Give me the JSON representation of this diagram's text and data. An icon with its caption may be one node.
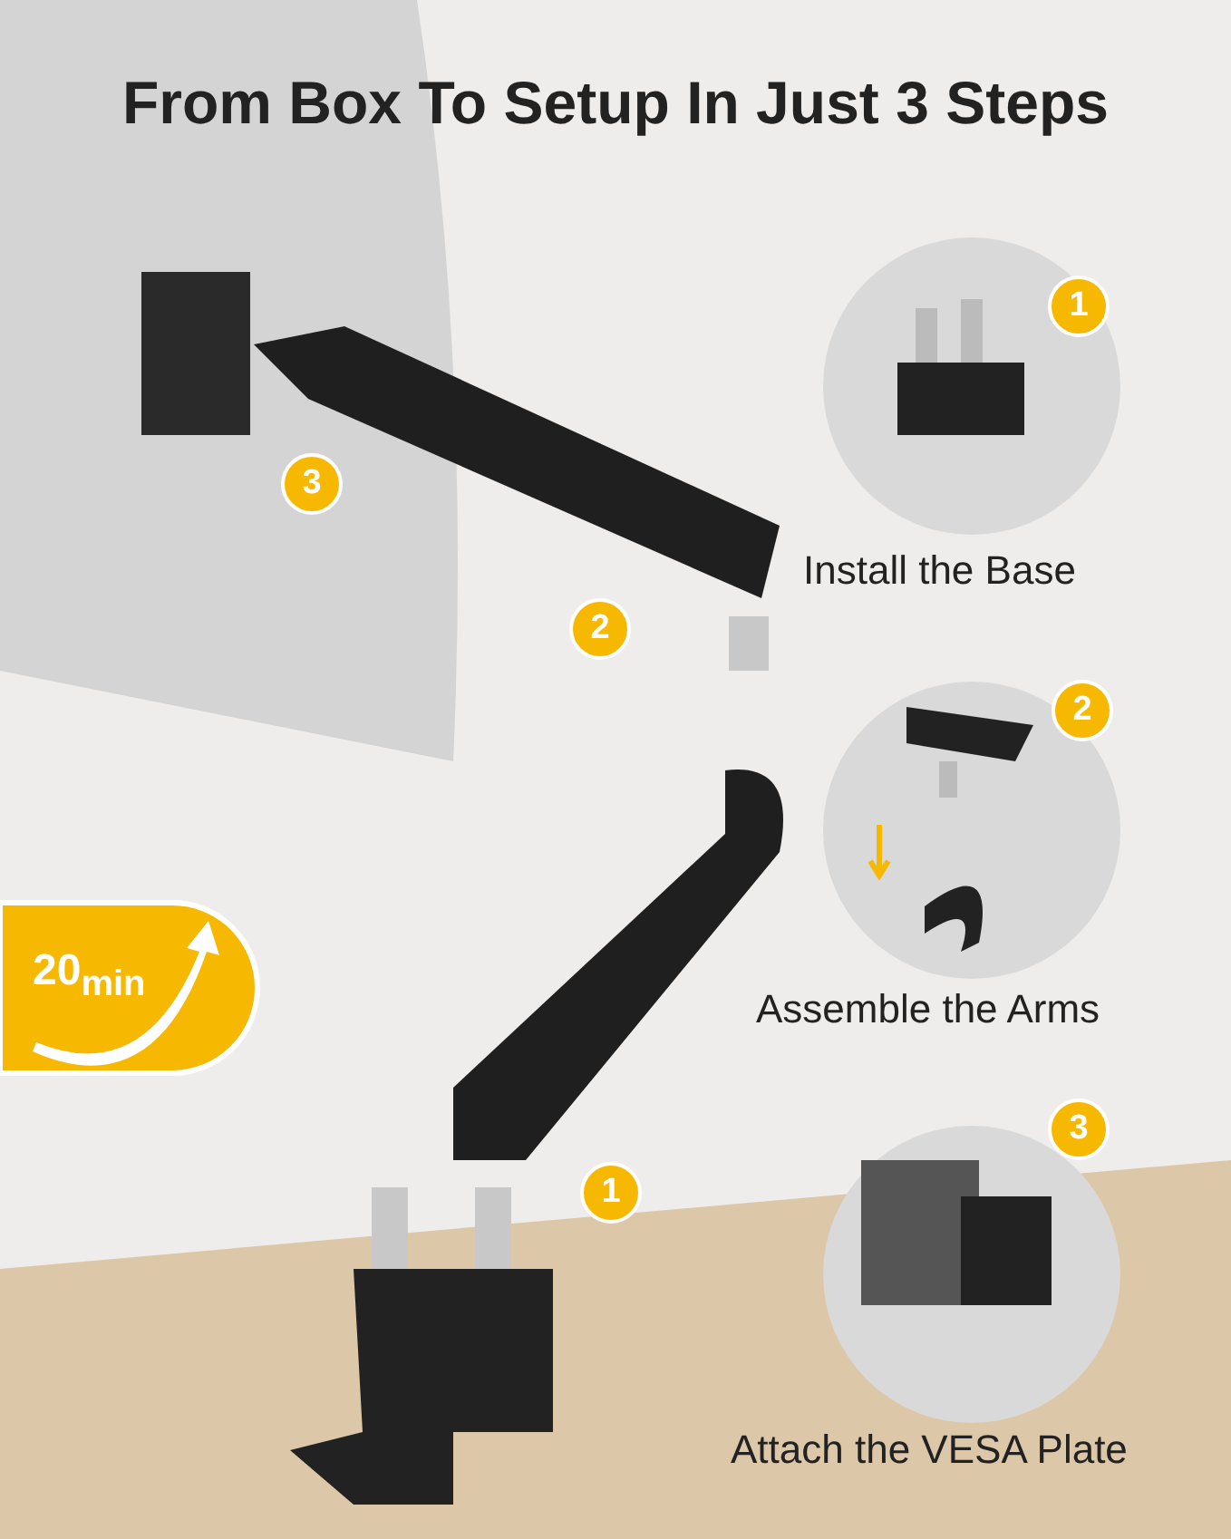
{
  "diagram": {
    "title": "From Box To Setup In Just 3 Steps",
    "labels": [
      "1",
      "3",
      "Install the Base",
      "2",
      "2",
      "20$_{min}$",
      "Assemble the Arms",
      "3",
      "1",
      "Attach the VESA Plate"
    ]
  }
}
